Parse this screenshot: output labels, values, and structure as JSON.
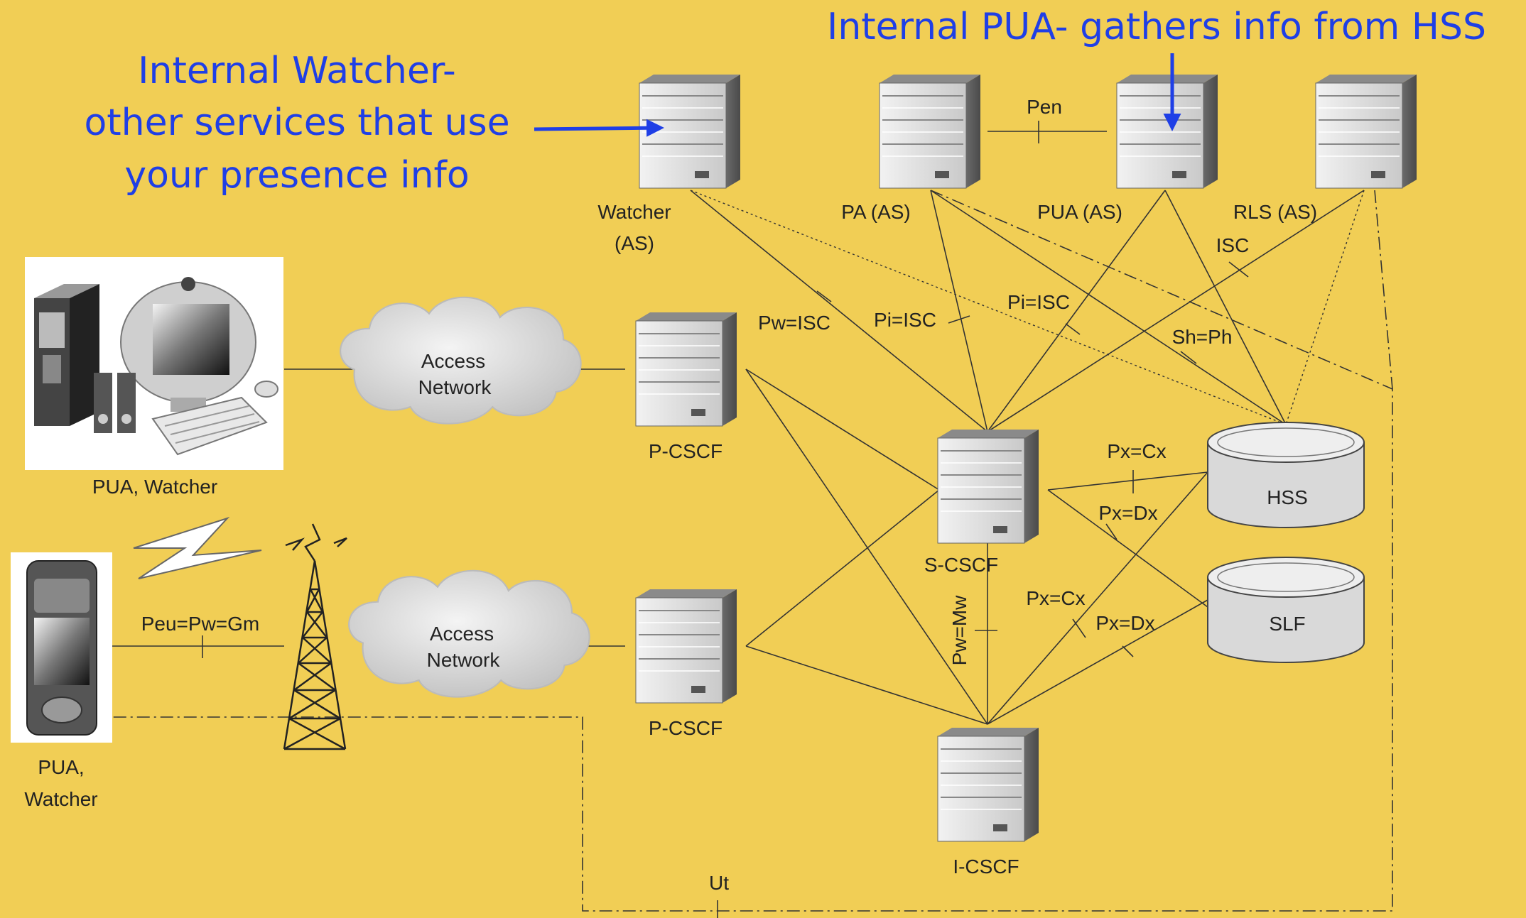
{
  "annotations": {
    "internal_watcher": [
      "Internal Watcher-",
      "other services that use",
      "your presence info"
    ],
    "internal_pua": "Internal PUA- gathers info from HSS"
  },
  "nodes": {
    "watcher_as": [
      "Watcher",
      "(AS)"
    ],
    "pa_as": "PA (AS)",
    "pua_as": "PUA (AS)",
    "rls_as": "RLS (AS)",
    "pcscf_top": "P-CSCF",
    "pcscf_bottom": "P-CSCF",
    "scscf": "S-CSCF",
    "icscf": "I-CSCF",
    "hss": "HSS",
    "slf": "SLF",
    "pc_client": "PUA, Watcher",
    "mobile_client": [
      "PUA,",
      "Watcher"
    ],
    "access_network_top": [
      "Access",
      "Network"
    ],
    "access_network_bottom": [
      "Access",
      "Network"
    ]
  },
  "interfaces": {
    "pen": "Pen",
    "pw_isc": "Pw=ISC",
    "pi_isc_1": "Pi=ISC",
    "pi_isc_2": "Pi=ISC",
    "isc": "ISC",
    "sh_ph": "Sh=Ph",
    "px_cx_1": "Px=Cx",
    "px_dx_1": "Px=Dx",
    "px_cx_2": "Px=Cx",
    "px_dx_2": "Px=Dx",
    "pw_mw": "Pw=Mw",
    "peu_pw_gm": "Peu=Pw=Gm",
    "ut": "Ut"
  },
  "colors": {
    "background": "#F1CE55",
    "annotation": "#1f3fe6"
  }
}
